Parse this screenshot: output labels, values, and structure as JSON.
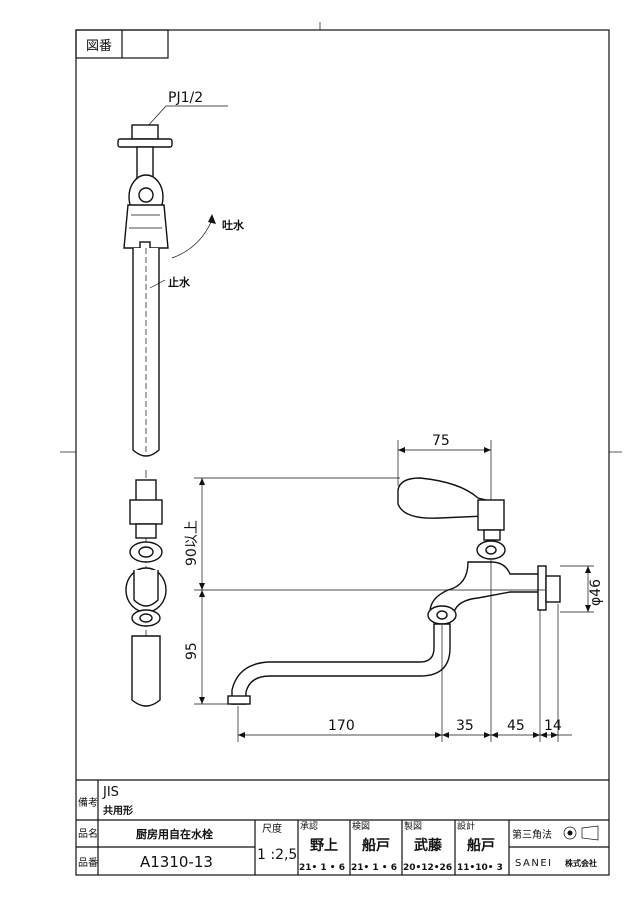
{
  "sheet": {
    "zuban_label": "図番",
    "zuban_value": ""
  },
  "drawing": {
    "pipe_label": "PJ1/2",
    "outlet_label": "吐水",
    "stop_label": "止水",
    "dims": {
      "handle_width": "75",
      "rotation_height": "90以上",
      "lower_height": "95",
      "spout_reach": "170",
      "d35": "35",
      "d45": "45",
      "d14": "14",
      "flange_dia": "φ46"
    }
  },
  "title_block": {
    "remarks_label": "備考",
    "remarks_line1": "JIS",
    "remarks_line2": "共用形",
    "name_label": "品名",
    "name_value": "厨房用自在水栓",
    "code_label": "品番",
    "code_value": "A1310-13",
    "scale_label": "尺度",
    "scale_value": "1 :2,5",
    "approve_label": "承認",
    "approve_name": "野上",
    "approve_date": "21• 1 • 6",
    "check_label": "検図",
    "check_name": "船戸",
    "check_date": "21• 1 • 6",
    "draft_label": "製図",
    "draft_name": "武藤",
    "draft_date": "20•12•26",
    "design_label": "設計",
    "design_name": "船戸",
    "design_date": "11•10• 3",
    "projection_label": "第三角法",
    "company": "SANEI",
    "company_suffix": "株式会社"
  }
}
